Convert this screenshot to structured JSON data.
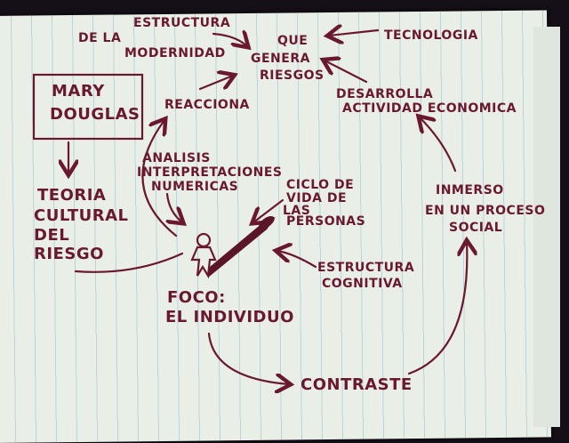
{
  "diagram": {
    "center": {
      "line1": "QUE",
      "line2": "GENERA",
      "line3": "RIESGOS"
    },
    "modernity": {
      "line1": "ESTRUCTURA",
      "line2": "DE LA",
      "line3": "MODERNIDAD"
    },
    "technology": "TECNOLOGIA",
    "author_box": {
      "line1": "MARY",
      "line2": "DOUGLAS"
    },
    "reacts": "REACCIONA",
    "economy": {
      "line1": "DESARROLLA",
      "line2": "ACTIVIDAD ECONOMICA"
    },
    "analysis": {
      "line1": "ANALISIS",
      "line2": "INTERPRETACIONES",
      "line3": "NUMERICAS"
    },
    "life_cycle": {
      "line1": "CICLO DE",
      "line2": "VIDA DE",
      "line3": "LAS",
      "line4": "PERSONAS"
    },
    "social": {
      "line1": "INMERSO",
      "line2": "EN UN PROCESO",
      "line3": "SOCIAL"
    },
    "theory": {
      "line1": "TEORIA",
      "line2": "CULTURAL",
      "line3": "DEL",
      "line4": "RIESGO"
    },
    "cognitive": {
      "line1": "ESTRUCTURA",
      "line2": "COGNITIVA"
    },
    "focus": {
      "line1": "FOCO:",
      "line2": "EL INDIVIDUO"
    },
    "contrast": "CONTRASTE",
    "ink_color": "#6a1830"
  }
}
